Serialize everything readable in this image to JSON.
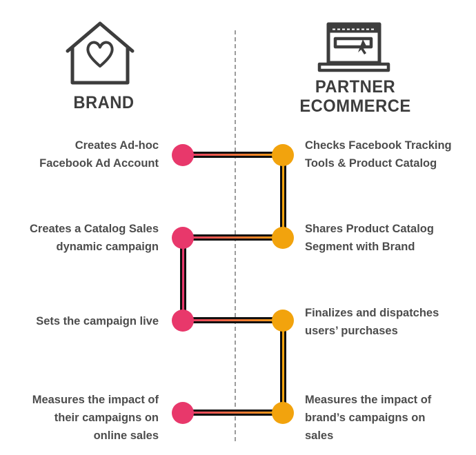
{
  "colors": {
    "pink": "#e8386b",
    "orange": "#f2a30d",
    "line_black": "#101010",
    "text": "#4c4c4c",
    "heading": "#3d3d3d",
    "divider": "#9b9b9b",
    "background": "#ffffff"
  },
  "left_column": {
    "icon": "house-heart-icon",
    "heading": "BRAND",
    "steps": [
      {
        "label": "Creates Ad-hoc\nFacebook Ad Account"
      },
      {
        "label": "Creates a Catalog Sales\ndynamic campaign"
      },
      {
        "label": "Sets the campaign live"
      },
      {
        "label": "Measures the impact of\ntheir campaigns on\nonline sales"
      }
    ]
  },
  "right_column": {
    "icon": "laptop-cursor-icon",
    "heading": "PARTNER\nECOMMERCE",
    "steps": [
      {
        "label": "Checks Facebook Tracking\nTools & Product Catalog"
      },
      {
        "label": "Shares Product Catalog\nSegment with Brand"
      },
      {
        "label": "Finalizes and dispatches\nusers’ purchases"
      },
      {
        "label": "Measures the impact of\nbrand’s campaigns on\nsales"
      }
    ]
  }
}
